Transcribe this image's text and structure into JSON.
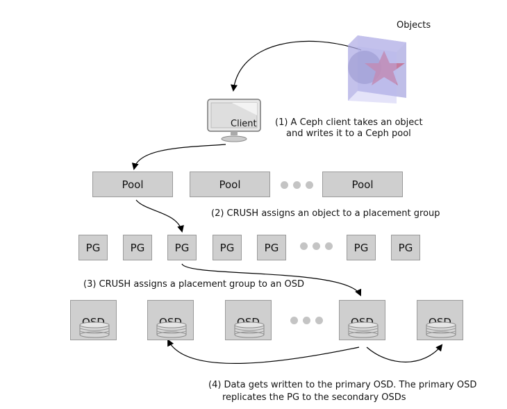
{
  "objects_label": "Objects",
  "client_label": "Client",
  "step1": {
    "line1": "(1) A Ceph client takes an object",
    "line2": "and writes it to a Ceph pool"
  },
  "step2": "(2) CRUSH assigns an object to a placement group",
  "step3": "(3) CRUSH assigns a placement group to an OSD",
  "step4": {
    "line1": "(4) Data gets written to the primary OSD. The primary OSD",
    "line2": "replicates the PG to the secondary OSDs"
  },
  "pools": [
    "Pool",
    "Pool",
    "Pool"
  ],
  "pgs": [
    "PG",
    "PG",
    "PG",
    "PG",
    "PG",
    "PG",
    "PG"
  ],
  "osds": [
    "OSD",
    "OSD",
    "OSD",
    "OSD",
    "OSD"
  ],
  "colors": {
    "box_fill": "#cfcfcf",
    "box_border": "#9a9a9a",
    "dots": "#c4c4c4",
    "cube": "#aaa8e0",
    "star": "#c4708f"
  }
}
